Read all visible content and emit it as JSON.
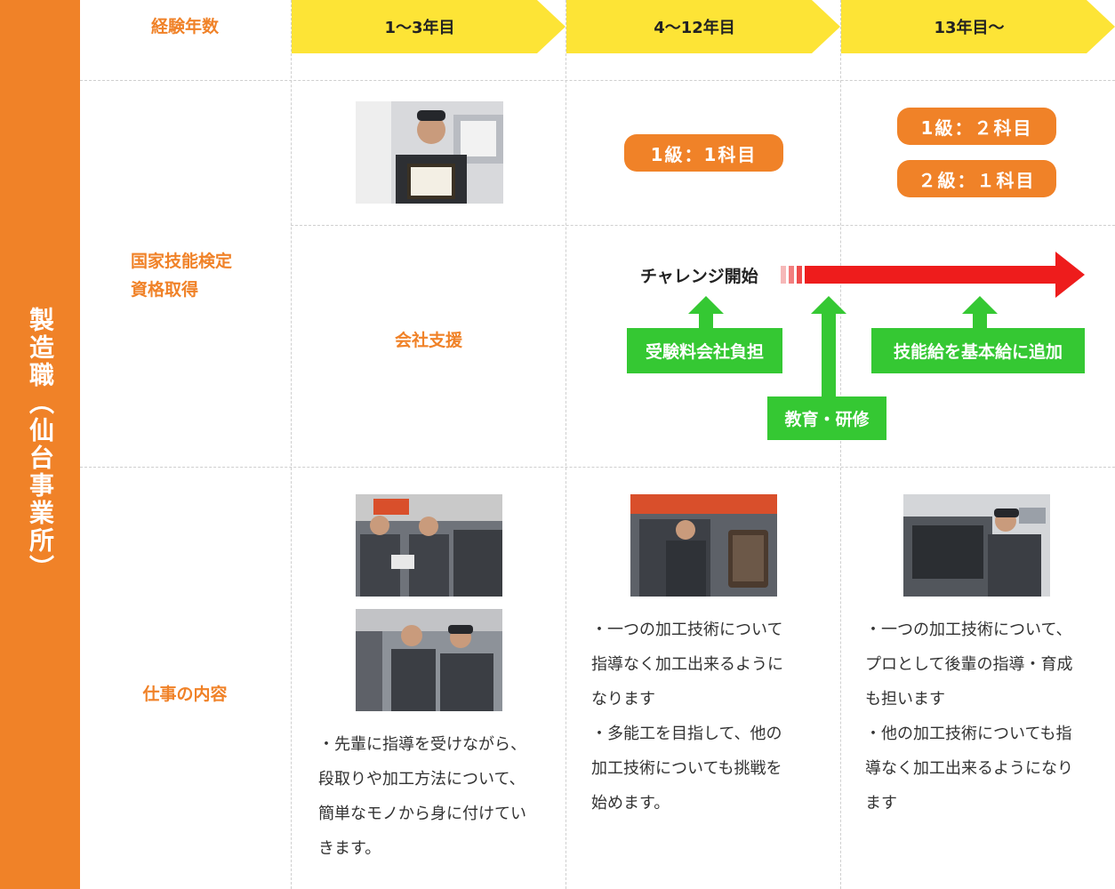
{
  "sidebar": {
    "title": "製造職（仙台事業所）"
  },
  "header": {
    "label": "経験年数",
    "stages": [
      "1〜3年目",
      "4〜12年目",
      "13年目〜"
    ]
  },
  "rows": {
    "qualification": {
      "label_line1": "国家技能検定",
      "label_line2": "資格取得"
    },
    "work": {
      "label": "仕事の内容"
    }
  },
  "qualification": {
    "support_label": "会社支援",
    "mid_pill": "1級：1科目",
    "late_pills": [
      "1級：２科目",
      "２級：１科目"
    ],
    "challenge_label": "チャレンジ開始",
    "benefits": [
      "受験料会社負担",
      "教育・研修",
      "技能給を基本給に追加"
    ]
  },
  "work": {
    "early": [
      "・先輩に指導を受けながら、",
      "段取りや加工方法について、",
      "簡単なモノから身に付けてい",
      "きます。"
    ],
    "mid": [
      "・一つの加工技術について",
      "指導なく加工出来るように",
      "なります",
      "・多能工を目指して、他の",
      "加工技術についても挑戦を",
      "始めます。"
    ],
    "late": [
      "・一つの加工技術について、",
      "プロとして後輩の指導・育成",
      "も担います",
      "・他の加工技術についても指",
      "導なく加工出来るようになり",
      "ます"
    ]
  },
  "colors": {
    "orange": "#f08228",
    "yellow": "#fde436",
    "green": "#35c833",
    "red": "#ee1c1c"
  },
  "icons": [
    "arrow-up-icon",
    "arrow-right-icon"
  ]
}
